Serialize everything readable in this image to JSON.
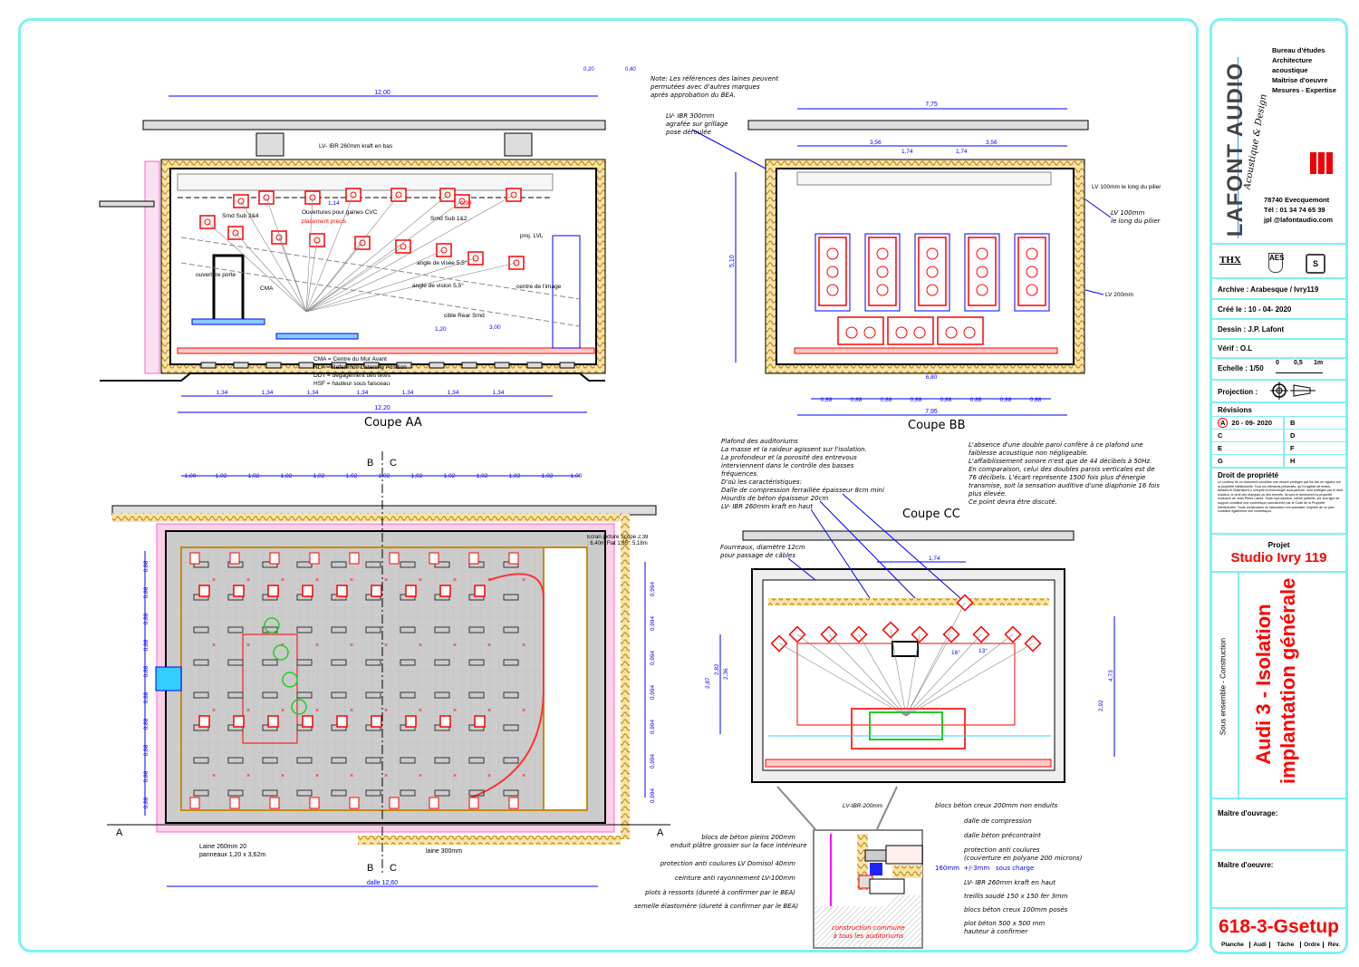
{
  "company": {
    "logo_text": "LAFONT AUDIO",
    "logo_tagline": "Acoustique & Design",
    "services": [
      "Bureau d'études",
      "Architecture acoustique",
      "Maîtrise d'oeuvre",
      "Mesures - Expertise"
    ],
    "address": "78740 Evecquemont",
    "phone": "Tél : 01 34 74 65 39",
    "email": "jpl @lafontaudio.com",
    "cert_logos": [
      "THX",
      "AES",
      "S"
    ]
  },
  "title_block": {
    "archive": "Archive : Arabesque / Ivry119",
    "created": "Créé le : 10 - 04- 2020",
    "drawing_by": "Dessin : J.P. Lafont",
    "verified": "Vérif : O.L",
    "scale": "Echelle : 1/50",
    "scale_ticks": [
      "0",
      "0,5",
      "1m"
    ],
    "projection": "Projection :",
    "revisions_label": "Révisions",
    "revisions": [
      {
        "letter": "A",
        "date": "20 - 09- 2020"
      },
      {
        "letter": "B",
        "date": ""
      },
      {
        "letter": "C",
        "date": ""
      },
      {
        "letter": "D",
        "date": ""
      },
      {
        "letter": "E",
        "date": ""
      },
      {
        "letter": "F",
        "date": ""
      },
      {
        "letter": "G",
        "date": ""
      },
      {
        "letter": "H",
        "date": ""
      }
    ],
    "property_title": "Droit de propriété",
    "property_text": "Le contenu de ce document constitue une oeuvre protégée par les lois en vigueur sur la propriété intellectuelle. Tous les éléments présentés, qu'il s'agisse de textes, dessins et illustrations y compris la technologie sous-jacente, sont protégés par le droit d'auteur, le droit des marques ou des brevets. Ils sont et demeurent la propriété exclusive de Jean-Pierre Lafont. Toute reproduction, même partielle, sur tout type de support constitue une contrefaçon sanctionnée par le Code de la Propriété Intellectuelle. Toute construction ou fabrication non autorisée, inspirée de ce plan constitue également une contrefaçon.",
    "project_label": "Projet",
    "project_name": "Studio Ivry 119",
    "subset": "Sous ensemble - Construction",
    "sheet_title_1": "Audi 3 - Isolation",
    "sheet_title_2": "implantation générale",
    "owner_label": "Maître d'ouvrage:",
    "architect_label": "Maître d'oeuvre:",
    "drawing_number": "618-3-Gsetup",
    "footer_cols": [
      "Planche",
      "Audi",
      "Tâche",
      "Ordre",
      "Rév."
    ]
  },
  "views": {
    "coupe_aa": {
      "title": "Coupe AA",
      "dim_total_top": "12,00",
      "dim_total_bottom": "12,20",
      "dim_segment": "1,34",
      "dim_top_small": [
        "0,20",
        "0,40"
      ],
      "labels": [
        "LV- IBR 260mm kraft en bas",
        "Ouvertures pour gaines CVC",
        "placement précis",
        "Srnd Sub 3&4",
        "Srnd Sub 1&2",
        "angle de visée 5,5°",
        "angle de vision 5,5°",
        "cible Rear Srnd",
        "proj. LVL",
        "centre de l'image",
        "ouverture porte",
        "CMA",
        "3,00",
        "1,20",
        "1,14",
        "0,99"
      ],
      "legend": [
        "CMA = Centre du Mur Avant",
        "RLP = Reference Listening Position",
        "DDT = dégagement des têtes",
        "HSF = hauteur sous faisceau"
      ]
    },
    "coupe_bb": {
      "title": "Coupe BB",
      "dim_total_top": "7,75",
      "dim_total_bottom": "7,95",
      "dim_inner": "6,80",
      "dims_upper": [
        "3,56",
        "1,74",
        "1,74",
        "3,56"
      ],
      "dim_segment": "0,88",
      "height": "5,10",
      "labels": [
        "LV 100mm le long du pilier",
        "LV 200mm",
        "LV- IBR 300mm agrafée sur grillage pose déroulée"
      ]
    },
    "plan": {
      "section_marks": [
        "B",
        "C",
        "A"
      ],
      "dim_segment": "1,02",
      "dim_end": "1,00",
      "dim_side": "0,88",
      "dim_right": "0,994",
      "dim_total": "dalle 12,60",
      "labels": [
        "laine 300mm",
        "Laine 260mm 20 panneaux 1,20 x 3,62m",
        "Ecran picture Scope 2,39 : 6,40m Flat 1,85 : 5,18m"
      ]
    },
    "coupe_cc": {
      "title": "Coupe CC",
      "dim_top": "1,74",
      "dims_left": [
        "2,87",
        "2,82",
        "2,36"
      ],
      "dim_right": [
        "4,73",
        "2,92"
      ],
      "labels": [
        "Fourreaux, diamètre 12cm",
        "pour passage de câbles",
        "16°",
        "13°"
      ]
    }
  },
  "notes": {
    "top_note": "Note: Les références des laines peuvent\npermutées avec d'autres marques\naprès approbation du BEA.",
    "lv300": "LV- IBR 300mm\nagrafée sur grillage\npose déroulée",
    "ceiling": "Plafond des auditoriums\nLa masse et la raideur agissent sur l'isolation.\nLa profondeur et la porosité des entrevous\ninterviennent dans le contrôle des basses\nfréquences.\nD'où les caractéristiques:\nDalle de compression ferraillée épaisseur 8cm mini\nHourdis de béton épaisseur 20cm\nLV- IBR 260mm kraft en haut",
    "double_wall": "L'absence d'une double paroi confère à ce plafond une\nfaiblesse acoustique non négligeable.\nL'affaiblissement sonore n'est que de 44 décibels à 50Hz.\nEn comparaison, celui des doubles parois verticales est de\n76 décibels. L'écart représente 1500 fois plus d'énergie\ntransmise, soit la sensation auditive d'une diaphonie 16 fois\nplus élevée.\nCe point devra être discuté.",
    "fourreaux": "Fourreaux, diamètre 12cm\npour passage de câbles",
    "lv100": "LV 100mm\nle long du pilier",
    "lv200": "LV 200mm"
  },
  "detail": {
    "left_labels": [
      "LV-IBR-200mm",
      "blocs de béton pleins 200mm\nenduit plâtre grossier sur la face intérieure",
      "protection anti coulures LV Domisol 40mm",
      "ceinture anti rayonnement LV-100mm",
      "plots à ressorts (dureté à confirmer par le BEA)",
      "semelle élastomère (dureté à confirmer par le BEA)"
    ],
    "right_labels": [
      "blocs béton creux 200mm non enduits",
      "dalle de compression",
      "dalle béton précontraint",
      "protection anti coulures\n(couverture en polyane 200 microns)",
      "LV- IBR 260mm kraft en haut",
      "treillis soudé 150 x 150 fer 3mm",
      "blocs béton creux 100mm posés",
      "plot béton 500 x 500 mm\nhauteur à confirmer"
    ],
    "tolerance": "160mm  +/-3mm   sous charge",
    "red_note": "construction commune\nà tous les auditoriums"
  },
  "colors": {
    "frame": "#7ff0f4",
    "dim": "#0000ff",
    "speaker": "#ff0000",
    "insulation": "#d9a020",
    "seat": "#22cc22",
    "pink": "#ff66cc"
  }
}
